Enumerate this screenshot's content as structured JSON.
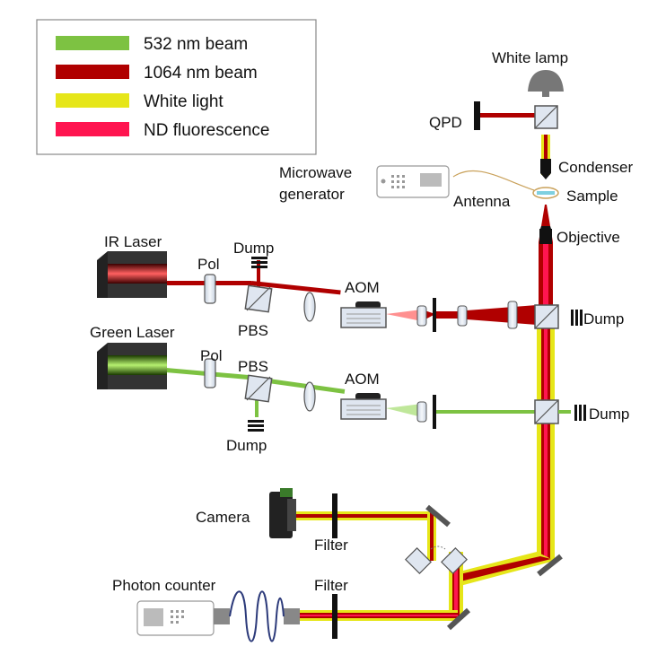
{
  "legend": {
    "items": [
      {
        "label": "532 nm beam",
        "color": "#7dc242"
      },
      {
        "label": "1064 nm beam",
        "color": "#b00000"
      },
      {
        "label": "White light",
        "color": "#e6e619"
      },
      {
        "label": "ND fluorescence",
        "color": "#ff1550"
      }
    ]
  },
  "labels": {
    "white_lamp": "White lamp",
    "qpd": "QPD",
    "condenser": "Condenser",
    "sample": "Sample",
    "antenna": "Antenna",
    "objective": "Objective",
    "microwave_line1": "Microwave",
    "microwave_line2": "generator",
    "ir_laser": "IR Laser",
    "green_laser": "Green Laser",
    "pol_ir": "Pol",
    "pol_green": "Pol",
    "pbs_ir": "PBS",
    "pbs_green": "PBS",
    "dump_ir_top": "Dump",
    "dump_green_bottom": "Dump",
    "aom_ir": "AOM",
    "aom_green": "AOM",
    "dump_right_ir": "Dump",
    "dump_right_green": "Dump",
    "camera": "Camera",
    "filter_camera": "Filter",
    "photon_counter": "Photon counter",
    "filter_photon": "Filter"
  },
  "colors": {
    "green_beam": "#7dc242",
    "ir_beam": "#b00000",
    "white_light": "#e6e619",
    "fluorescence": "#ff1550",
    "optic_fill": "#dfe6f0",
    "optic_stroke": "#555555"
  }
}
